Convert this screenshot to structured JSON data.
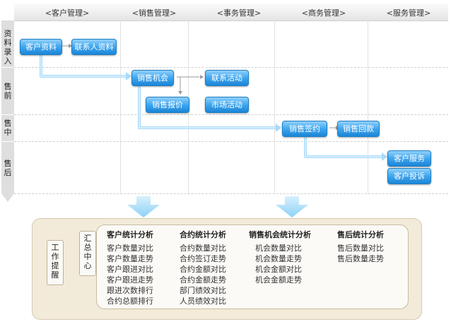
{
  "columns": [
    "<客户管理>",
    "<销售管理>",
    "<事务管理>",
    "<商务管理>",
    "<服务管理>"
  ],
  "stages": [
    {
      "label": "资料录入"
    },
    {
      "label": "售前"
    },
    {
      "label": "售中"
    },
    {
      "label": "售后"
    }
  ],
  "nodes": {
    "customer_info": "客户资料",
    "contact_info": "联系人资料",
    "sales_opportunity": "销售机会",
    "contact_activity": "联系活动",
    "sales_quote": "销售报价",
    "market_activity": "市场活动",
    "sales_contract": "销售签约",
    "sales_payment": "销售回款",
    "customer_service": "客户服务",
    "customer_complaint": "客户投诉"
  },
  "side_buttons": {
    "work_reminder": "工作提醒",
    "summary_center": "汇总中心"
  },
  "analysis_groups": [
    {
      "title": "客户统计分析",
      "items": [
        "客户数量对比",
        "客户数量走势",
        "客户跟进对比",
        "客户跟进走势",
        "跟进次数排行",
        "合约总额排行"
      ]
    },
    {
      "title": "合约统计分析",
      "items": [
        "合约数量对比",
        "合约签订走势",
        "合约金额对比",
        "合约金额走势",
        "部门绩效对比",
        "人员绩效对比"
      ]
    },
    {
      "title": "销售机会统计分析",
      "items": [
        "机会数量对比",
        "机会数量走势",
        "机会金额对比",
        "机会金额走势"
      ]
    },
    {
      "title": "售后统计分析",
      "items": [
        "售后数量对比",
        "售后数量走势"
      ]
    }
  ],
  "colors": {
    "node": "#2f97e6",
    "flow_arrow": "#bfe4fb",
    "panel": "#f3ebd9"
  }
}
